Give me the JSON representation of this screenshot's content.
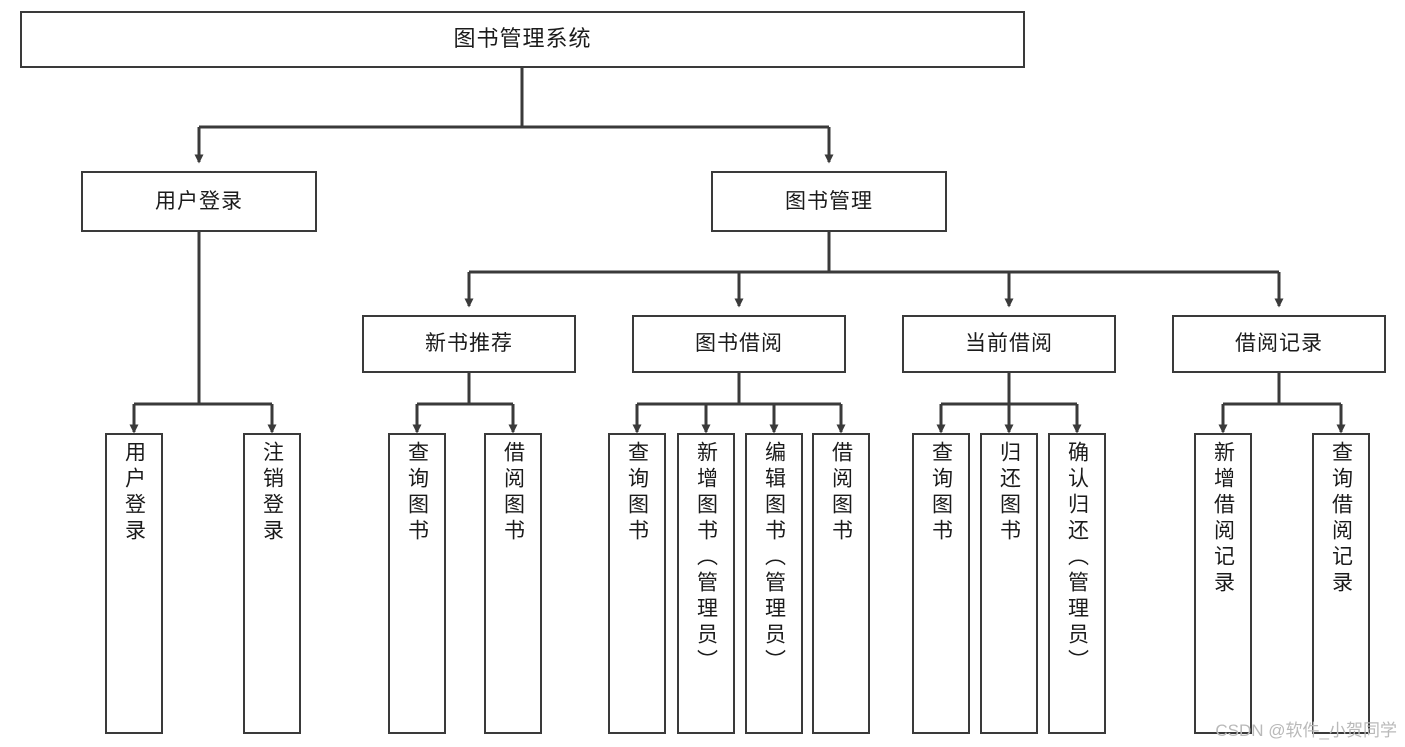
{
  "diagram": {
    "title": "图书管理系统",
    "type": "tree-hierarchy",
    "root": {
      "label": "图书管理系统"
    },
    "level2": [
      {
        "label": "用户登录"
      },
      {
        "label": "图书管理"
      }
    ],
    "level3": [
      {
        "label": "新书推荐"
      },
      {
        "label": "图书借阅"
      },
      {
        "label": "当前借阅"
      },
      {
        "label": "借阅记录"
      }
    ],
    "leaves": {
      "user_login": [
        {
          "label": "用户登录"
        },
        {
          "label": "注销登录"
        }
      ],
      "new_book_recommend": [
        {
          "label": "查询图书"
        },
        {
          "label": "借阅图书"
        }
      ],
      "book_borrow": [
        {
          "label": "查询图书"
        },
        {
          "label": "新增图书（管理员）"
        },
        {
          "label": "编辑图书（管理员）"
        },
        {
          "label": "借阅图书"
        }
      ],
      "current_borrow": [
        {
          "label": "查询图书"
        },
        {
          "label": "归还图书"
        },
        {
          "label": "确认归还（管理员）"
        }
      ],
      "borrow_record": [
        {
          "label": "新增借阅记录"
        },
        {
          "label": "查询借阅记录"
        }
      ]
    }
  },
  "watermark": {
    "text": "CSDN @软件_小贺同学"
  },
  "colors": {
    "border": "#3a3a3a",
    "background": "#ffffff",
    "text": "#1b1b1b",
    "watermark": "#b9b9b9"
  }
}
